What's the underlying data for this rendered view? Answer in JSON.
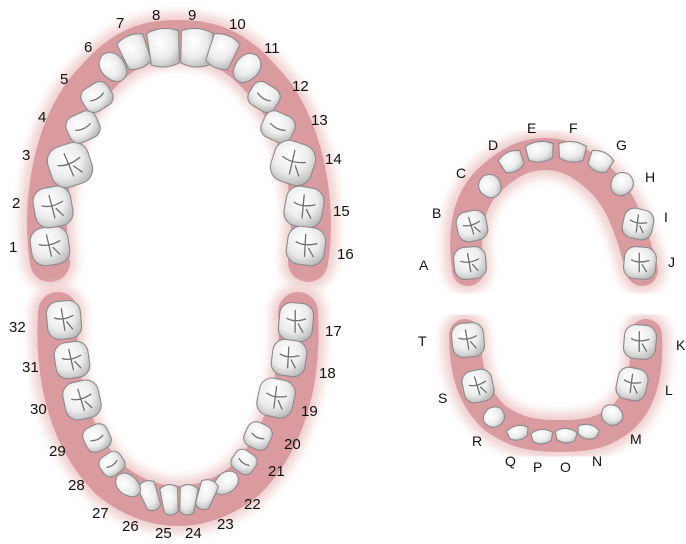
{
  "charts": [
    {
      "id": "permanent",
      "upper_labels": [
        "1",
        "2",
        "3",
        "4",
        "5",
        "6",
        "7",
        "8",
        "9",
        "10",
        "11",
        "12",
        "13",
        "14",
        "15",
        "16"
      ],
      "lower_labels": [
        "17",
        "18",
        "19",
        "20",
        "21",
        "22",
        "23",
        "24",
        "25",
        "26",
        "27",
        "28",
        "29",
        "30",
        "31",
        "32"
      ]
    },
    {
      "id": "primary",
      "upper_labels": [
        "A",
        "B",
        "C",
        "D",
        "E",
        "F",
        "G",
        "H",
        "I",
        "J"
      ],
      "lower_labels": [
        "K",
        "L",
        "M",
        "N",
        "O",
        "P",
        "Q",
        "R",
        "S",
        "T"
      ]
    }
  ],
  "colors": {
    "gum_outer": "#f1d2d2",
    "gum_inner": "#c97f86",
    "tooth_light": "#fbfbfb",
    "tooth_shade": "#c9c9c9",
    "outline": "#8b8b8b"
  }
}
